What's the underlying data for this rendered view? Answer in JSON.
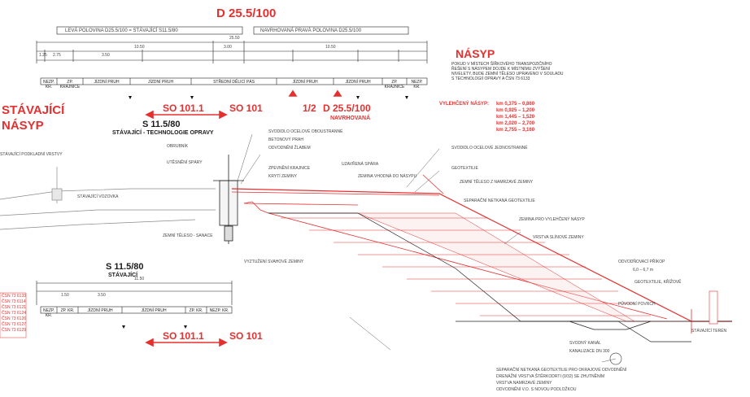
{
  "headings": {
    "top_title": "D 25.5/100",
    "left_half_label": "LEVÁ POLOVINA D25.5/100 = STÁVAJÍCÍ S11.5/80",
    "right_half_label": "NAVRHOVANÁ PRAVÁ POLOVINA D25.5/100",
    "nasyp_title": "NÁSYP",
    "stavajici_nasyp_line1": "STÁVAJÍCÍ",
    "stavajici_nasyp_line2": "NÁSYP",
    "s_existing_title": "S 11.5/80",
    "s_existing_subtitle": "STÁVAJÍCÍ - TECHNOLOGIE OPRAVY",
    "s_existing_bottom_title": "S 11.5/80",
    "s_existing_bottom_subtitle": "STÁVAJÍCÍ",
    "half_proposed_prefix": "1/2",
    "half_proposed_title": "D 25.5/100",
    "half_proposed_subtitle": "NAVRHOVANÁ"
  },
  "so_labels": {
    "top_left": "SO 101.1",
    "top_right": "SO 101",
    "bottom_left": "SO 101.1",
    "bottom_right": "SO 101"
  },
  "dimensions": {
    "total_top": "25.50",
    "left_part": "10.50",
    "middle_part": "3.00",
    "right_part": "10.50",
    "pkg": "1.25",
    "shoulder": "2.75",
    "lane": "3.50",
    "bottom_total": "11.50",
    "bottom_lane": "3.50",
    "bottom_shoulder": "1.50"
  },
  "lane_cells_top": [
    "NEZP. KR.",
    "ZP. KRAJNICE",
    "JÍZDNÍ PRUH",
    "JÍZDNÍ PRUH",
    "STŘEDNÍ DĚLICÍ PÁS",
    "JÍZDNÍ PRUH",
    "JÍZDNÍ PRUH",
    "ZP. KRAJNICE",
    "NEZP. KR."
  ],
  "lane_cells_bottom": [
    "NEZP. KR.",
    "ZP. KR.",
    "JÍZDNÍ PRUH",
    "JÍZDNÍ PRUH",
    "ZP. KR.",
    "NEZP. KR."
  ],
  "widening_label": "VYLEHČENÝ NÁSYP:",
  "widening_ranges": [
    "km 0,375 – 0,860",
    "km 0,925 – 1,200",
    "km 1,445 – 1,520",
    "km 2,020 – 2,700",
    "km 2,755 – 3,160"
  ],
  "nasyp_note": "POKUD V MÍSTECH ŠÍŘKOVÉHO TRANSPOZIČNÍHO ŘEŠENÍ S NÁSYPEM DOJDE K MÍSTNÍMU ZVÝŠENÍ NIVELETY, BUDE ZEMNÍ TĚLESO UPRAVENO V SOULADU S TECHNOLOGIÍ OPRAVY A ČSN 73 6133",
  "notes_left": [
    "STÁVAJÍCÍ PODKLADNÍ VRSTVY",
    "OBRUBNÍK",
    "UTĚSNĚNÍ SPÁRY",
    "ZEMNÍ TĚLESO - SANACE",
    "STÁVAJÍCÍ VOZOVKA"
  ],
  "notes_mid": [
    "SVODIDLO OCELOVÉ OBOUSTRANNÉ",
    "BETONOVÝ PRAH",
    "ODVODNĚNÍ ŽLABEM",
    "ZPEVNĚNÍ KRAJNICE",
    "KRYTÍ ZEMINY",
    "UZAVŘENÁ SPÁRA",
    "ZEMINA VHODNÁ DO NÁSYPU"
  ],
  "notes_right": [
    "SVODIDLO OCELOVÉ JEDNOSTRANNÉ",
    "GEOTEXTILIE",
    "ZEMNÍ TĚLESO Z NAMRZAVÉ ZEMINY",
    "SEPARAČNÍ NETKANÁ GEOTEXTILIE",
    "ZEMINA PRO VYLEHČENÝ NÁSYP",
    "VRSTVA SLÍNOVÉ ZEMINY"
  ],
  "label_reinforcement": "VYZTUŽENÍ SVAHOVÉ ZEMINY",
  "label_drain": "SVODNÝ KANÁL",
  "label_drain_detail": "KANALIZACE DN 300",
  "label_ditch": "ODVODŇOVACÍ PŘÍKOP",
  "label_terrain": "STÁVAJÍCÍ TERÉN",
  "label_existing_ground": "PŮVODNÍ POVRCH",
  "label_lane_width": "6,0 – 6,7 m",
  "label_fabric": "GEOTEXTILIE, KŘÍŽOVĚ",
  "bottom_notes": [
    "SEPARAČNÍ NETKANÁ GEOTEXTILIE PRO OKRAJOVÉ ODVODNĚNÍ",
    "DRENÁŽNÍ VRSTVA ŠTĚRKODRTI (0/32) SE ZHUTNĚNÍM",
    "VRSTVA NAMRZAVÉ ZEMINY",
    "ODVODNĚNÍ V.O. S NOVOU PODLOŽKOU"
  ],
  "legend_left": [
    "ČSN 73 6133",
    "ČSN 73 6114",
    "ČSN 73 6121",
    "ČSN 73 6124",
    "ČSN 73 6126",
    "ČSN 73 6127",
    "ČSN 73 6129"
  ],
  "colors": {
    "red": "#e53030",
    "pink": "#f0b8b8",
    "black": "#1a1a1a",
    "gray": "#9a9a9a"
  }
}
